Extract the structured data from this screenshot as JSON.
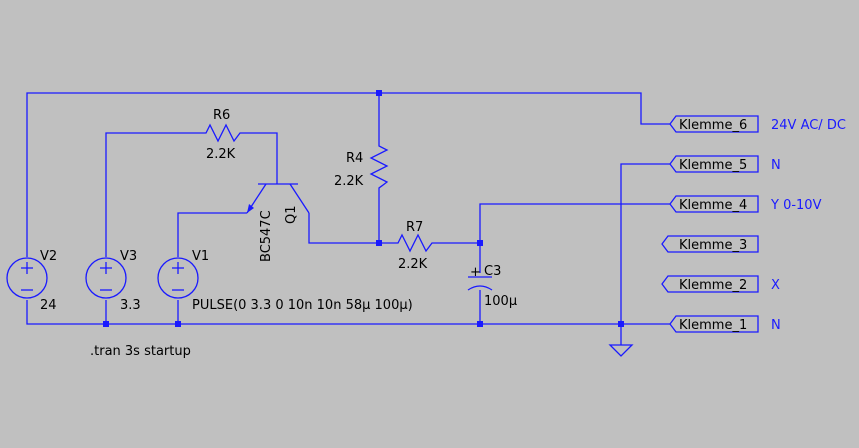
{
  "components": {
    "r6": {
      "name": "R6",
      "value": "2.2K"
    },
    "r4": {
      "name": "R4",
      "value": "2.2K"
    },
    "r7": {
      "name": "R7",
      "value": "2.2K"
    },
    "c3": {
      "name": "C3",
      "value": "100µ",
      "polarity": "+"
    },
    "q1": {
      "name": "Q1",
      "model": "BC547C"
    },
    "v2": {
      "name": "V2",
      "value": "24"
    },
    "v3": {
      "name": "V3",
      "value": "3.3"
    },
    "v1": {
      "name": "V1",
      "value": "PULSE(0 3.3 0 10n 10n 58µ 100µ)"
    }
  },
  "directive": ".tran 3s startup",
  "terminals": [
    {
      "label": "Klemme_6",
      "net": "24V AC/ DC"
    },
    {
      "label": "Klemme_5",
      "net": "N"
    },
    {
      "label": "Klemme_4",
      "net": "Y 0-10V"
    },
    {
      "label": "Klemme_3",
      "net": ""
    },
    {
      "label": "Klemme_2",
      "net": "X"
    },
    {
      "label": "Klemme_1",
      "net": "N"
    }
  ],
  "colors": {
    "background": "#c0c0c0",
    "wire": "#1a1aff",
    "text": "#000000"
  }
}
